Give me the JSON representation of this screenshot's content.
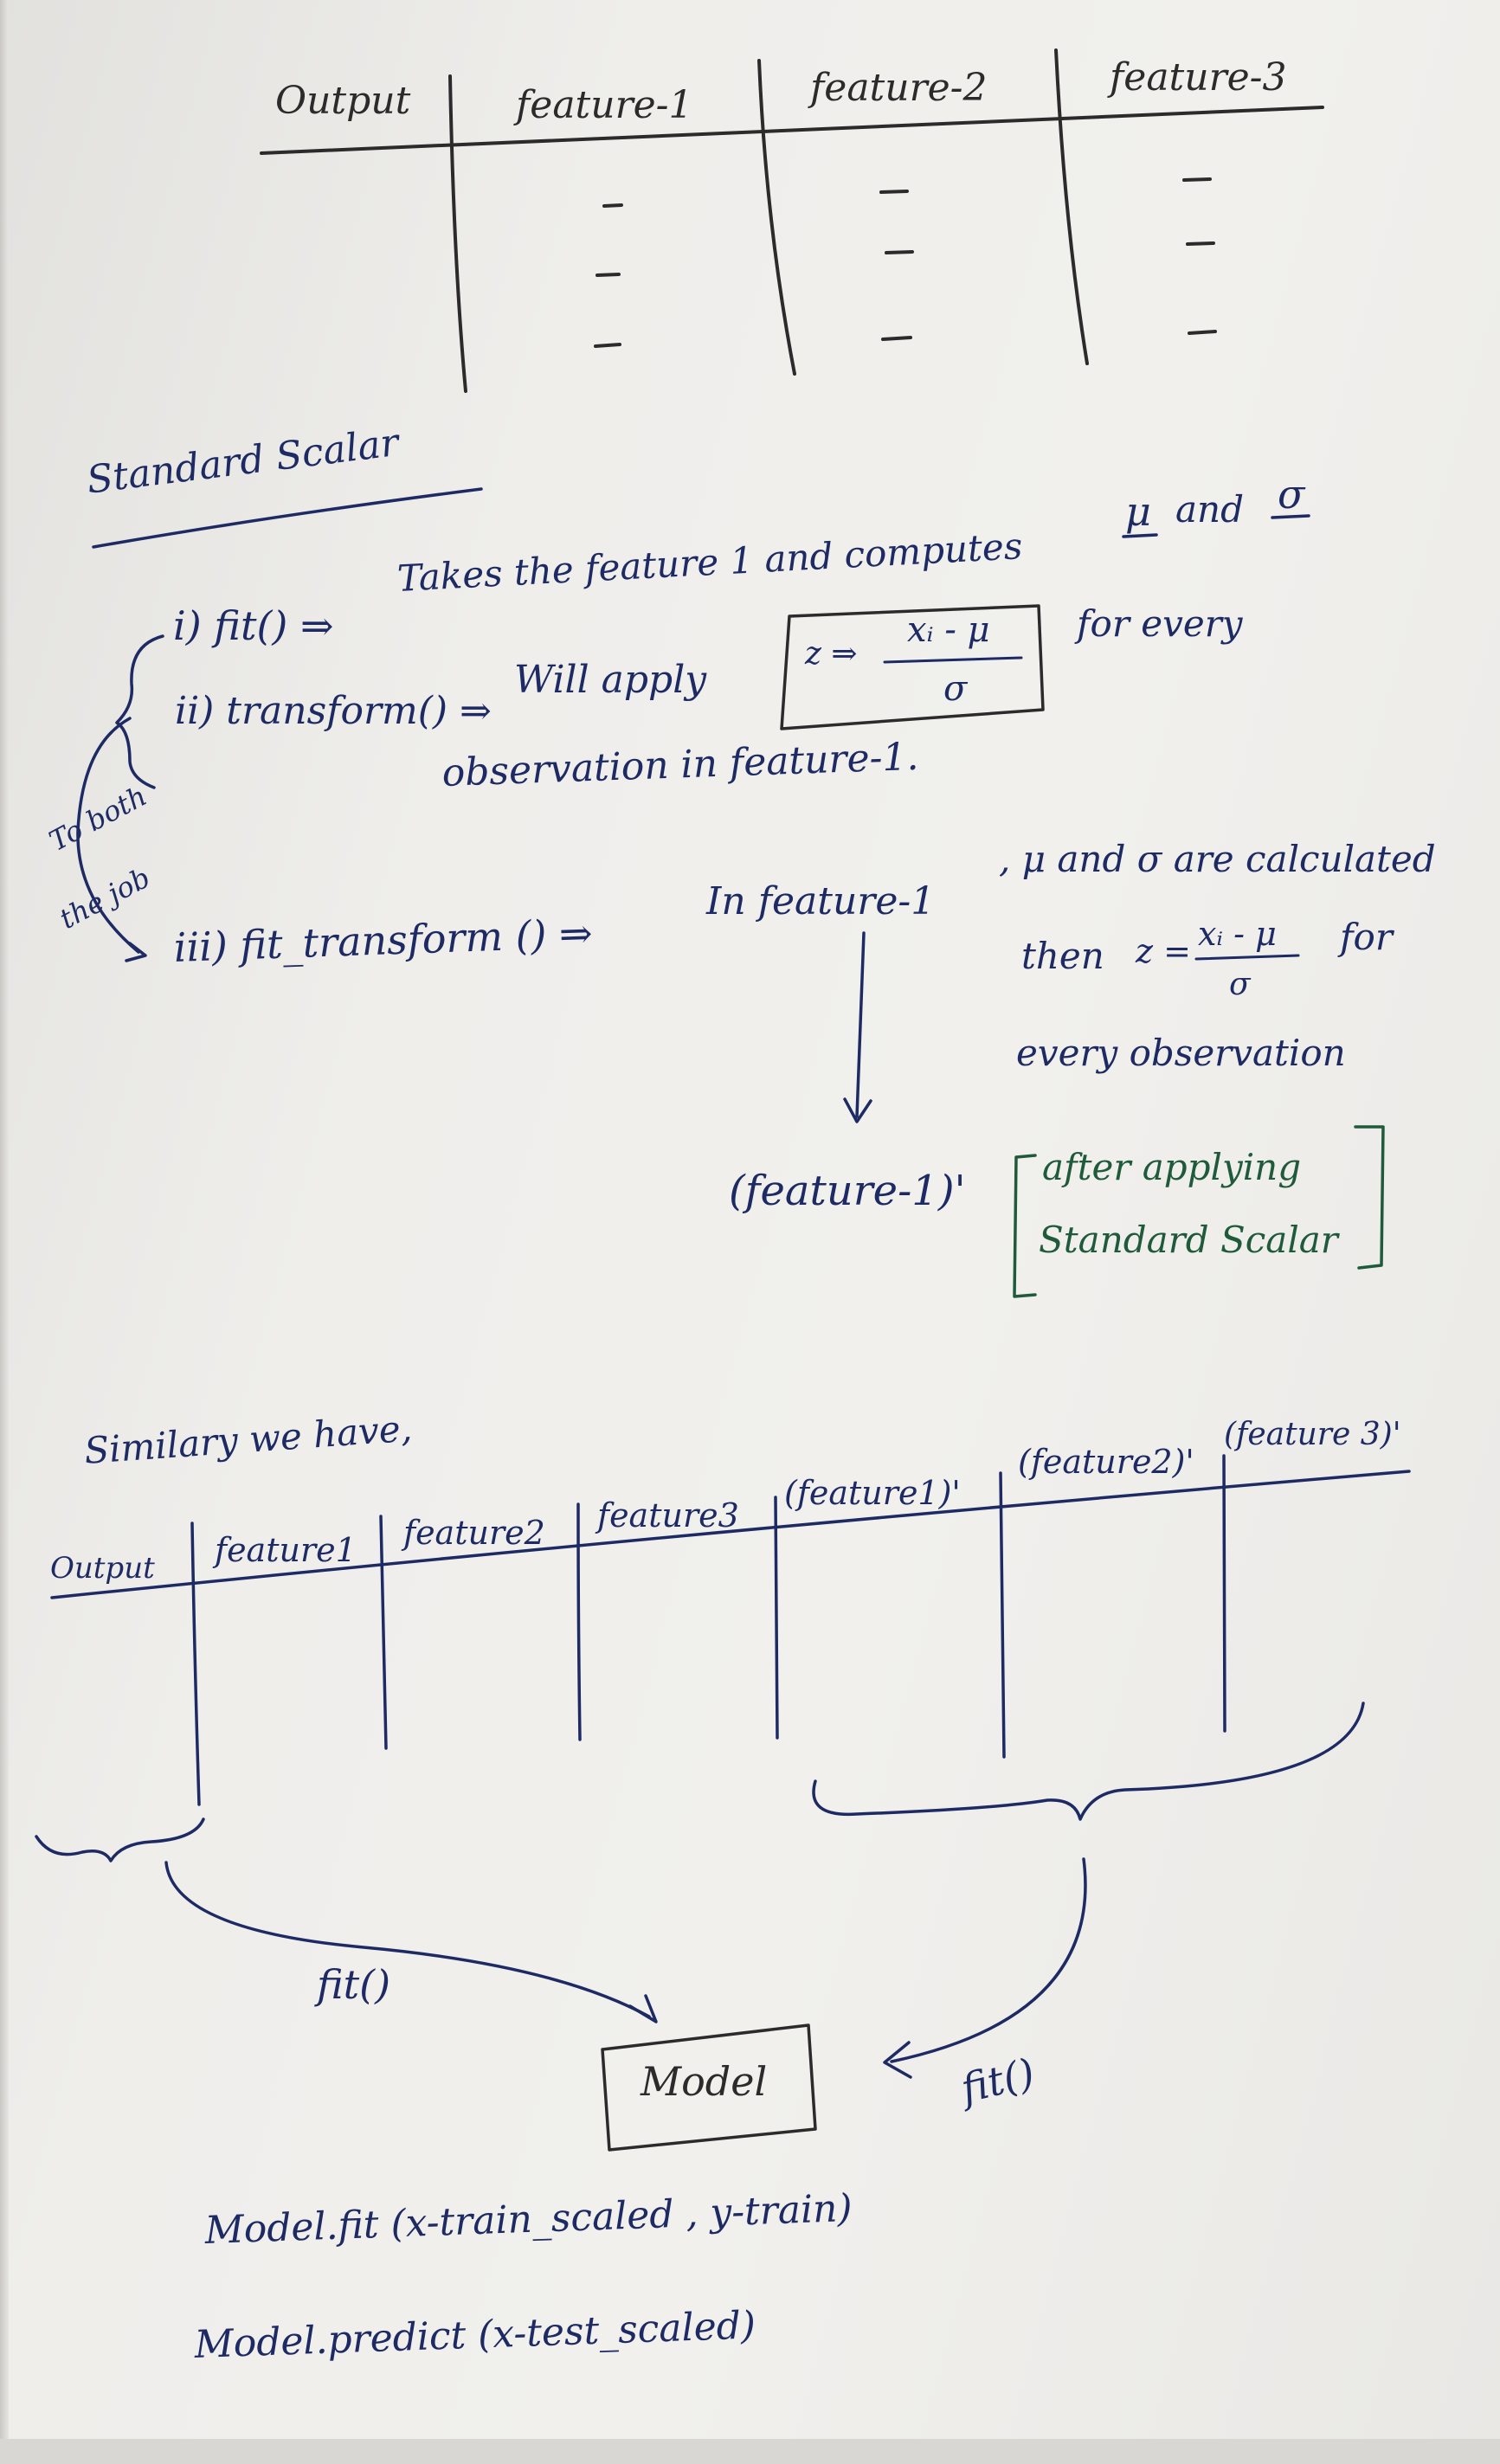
{
  "table1": {
    "headers": [
      "Output",
      "feature-1",
      "feature-2",
      "feature-3"
    ],
    "cell_mark": "-"
  },
  "standard_scalar": {
    "title": "Standard Scalar",
    "fit": {
      "label": "i) fit() ⇒",
      "text": "Takes the feature 1 and computes",
      "mu": "μ",
      "and": "and",
      "sigma": "σ"
    },
    "transform": {
      "label": "ii) transform() ⇒",
      "text": "Will apply",
      "formula_lhs": "z ⇒",
      "formula_num": "xᵢ - μ",
      "formula_den": "σ",
      "after": "for every",
      "line2": "observation in feature-1."
    },
    "side_note": [
      "To both",
      "the job"
    ],
    "fit_transform": {
      "label": "iii) fit_transform () ⇒",
      "text": "In feature-1",
      "desc": ", μ and σ are calculated",
      "then": "then",
      "formula_lhs": "z =",
      "formula_num": "xᵢ - μ",
      "formula_den": "σ",
      "for": "for",
      "line3": "every observation"
    },
    "result": "(feature-1)'",
    "note_line1": "after applying",
    "note_line2": "Standard Scalar"
  },
  "table2": {
    "intro": "Similary we have,",
    "headers": [
      "Output",
      "feature1",
      "feature2",
      "feature3",
      "(feature1)'",
      "(feature2)'",
      "(feature 3)'"
    ]
  },
  "model_diagram": {
    "fit_left": "fit()",
    "model": "Model",
    "fit_right": "fit()"
  },
  "code": {
    "line1": "Model.fit (x-train_scaled , y-train)",
    "line2": "Model.predict (x-test_scaled)"
  },
  "colors": {
    "blue_ink": "#1d2a63",
    "black_ink": "#2c2a2a",
    "green_ink": "#1f5a3a",
    "paper": "#efeeeb"
  }
}
